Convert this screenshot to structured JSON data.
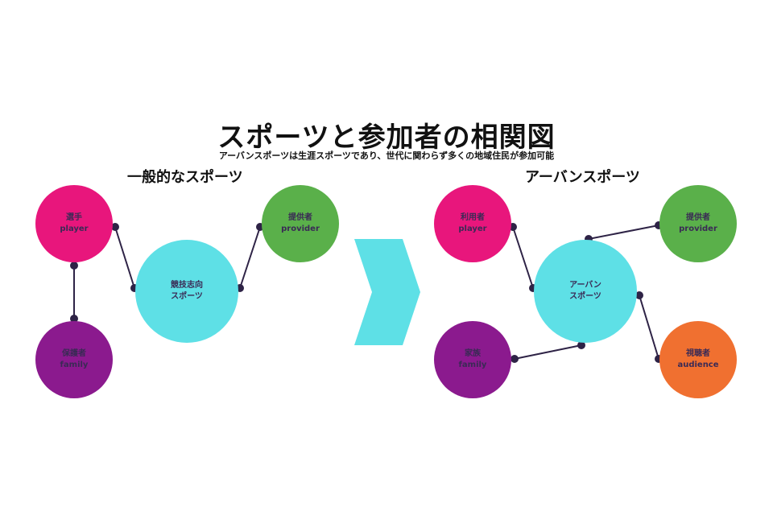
{
  "title": "スポーツと参加者の相関図",
  "subtitle": "アーバンスポーツは生涯スポーツであり、世代に関わらず多くの地域住民が参加可能",
  "left": {
    "heading": "一般的なスポーツ",
    "nodes": {
      "player": {
        "line1": "選手",
        "line2": "player"
      },
      "family": {
        "line1": "保護者",
        "line2": "family"
      },
      "center": {
        "line1": "競技志向",
        "line2": "スポーツ"
      },
      "provider": {
        "line1": "提供者",
        "line2": "provider"
      }
    }
  },
  "right": {
    "heading": "アーバンスポーツ",
    "nodes": {
      "player": {
        "line1": "利用者",
        "line2": "player"
      },
      "family": {
        "line1": "家族",
        "line2": "family"
      },
      "center": {
        "line1": "アーバン",
        "line2": "スポーツ"
      },
      "provider": {
        "line1": "提供者",
        "line2": "provider"
      },
      "audience": {
        "line1": "視聴者",
        "line2": "audience"
      }
    }
  },
  "colors": {
    "player": "#e8167c",
    "family": "#8b1a8e",
    "provider": "#5ab04a",
    "center": "#5ee0e6",
    "audience": "#f07030",
    "arrow": "#5ee0e6",
    "connector": "#2e2346"
  },
  "icons": {
    "transition_arrow": "chevron-right-icon"
  }
}
